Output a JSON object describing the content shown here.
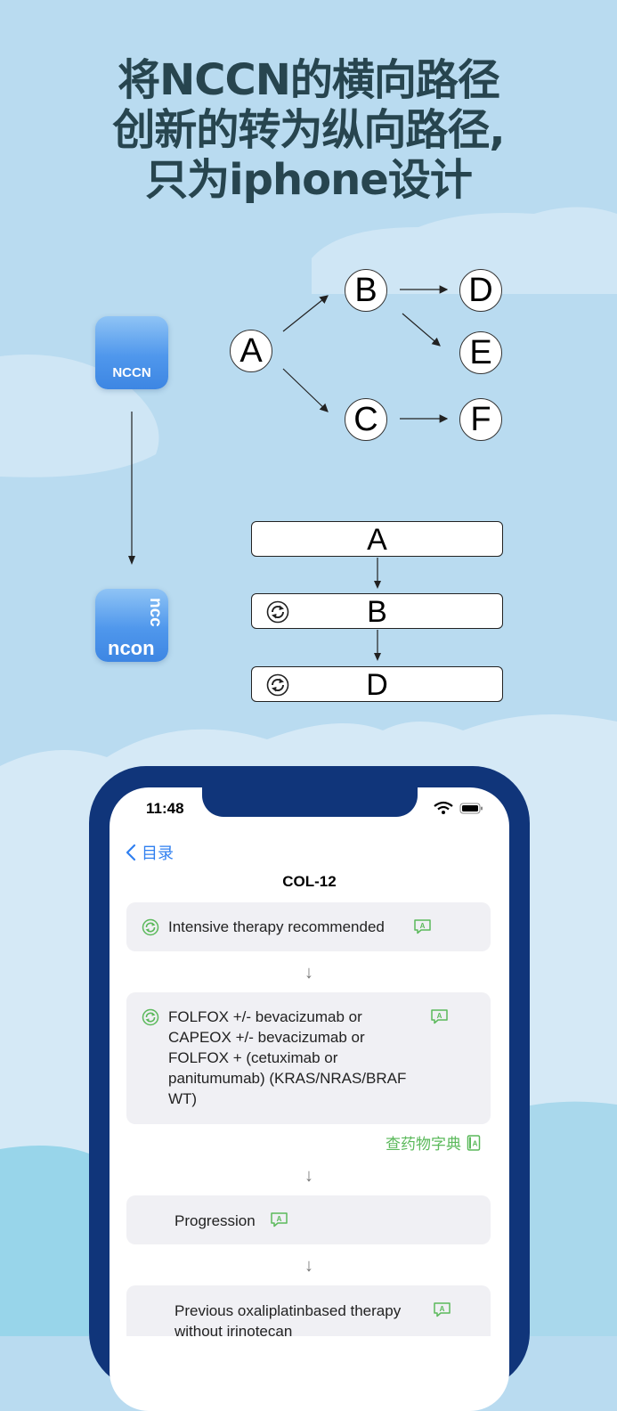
{
  "headline": {
    "line1": "将NCCN的横向路径",
    "line2": "创新的转为纵向路径,",
    "line3": "只为iphone设计"
  },
  "icons": {
    "old_app_label": "NCCN",
    "new_app_label_horizontal": "ncon",
    "new_app_label_vertical": "ncc"
  },
  "tree_diagram": {
    "nodes": [
      "A",
      "B",
      "C",
      "D",
      "E",
      "F"
    ]
  },
  "vertical_flow": {
    "boxes": [
      "A",
      "B",
      "D"
    ]
  },
  "phone": {
    "status_time": "11:48",
    "back_label": "目录",
    "title": "COL-12",
    "cards": [
      {
        "text": "Intensive therapy recommended"
      },
      {
        "lines": [
          "FOLFOX +/- bevacizumab or",
          "CAPEOX +/- bevacizumab or",
          "FOLFOX + (cetuximab or",
          "panitumumab) (KRAS/NRAS/BRAF",
          "WT)"
        ]
      },
      {
        "text": "Progression"
      },
      {
        "lines": [
          "Previous oxaliplatinbased therapy",
          "without irinotecan"
        ]
      }
    ],
    "drug_dictionary_label": "查药物字典",
    "arrow_glyph": "↓"
  },
  "colors": {
    "background": "#b9dbf0",
    "headline_text": "#27454f",
    "phone_frame": "#10357a",
    "accent_blue": "#2f7ff0",
    "accent_green": "#5bb95b"
  }
}
